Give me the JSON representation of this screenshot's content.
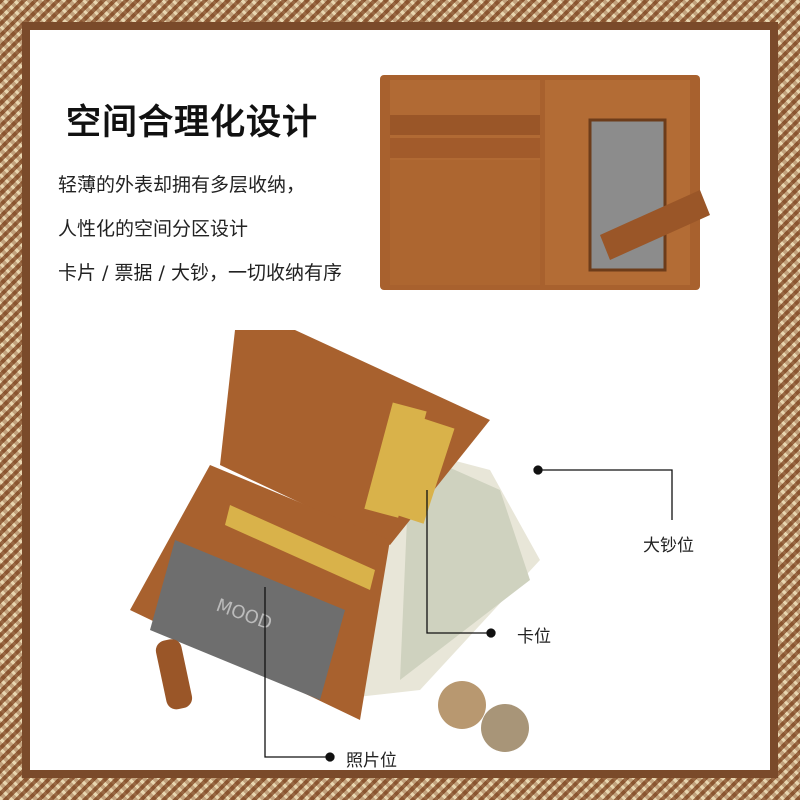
{
  "title": "空间合理化设计",
  "lines": [
    "轻薄的外表却拥有多层收纳，",
    "人性化的空间分区设计",
    "卡片 / 票据 / 大钞，一切收纳有序"
  ],
  "callouts": {
    "cash": "大钞位",
    "card": "卡位",
    "photo": "照片位"
  },
  "brand_mark": "MOOD",
  "colors": {
    "leather": "#a8612e",
    "frame": "#7a4a2a",
    "card": "#d9b24a"
  }
}
